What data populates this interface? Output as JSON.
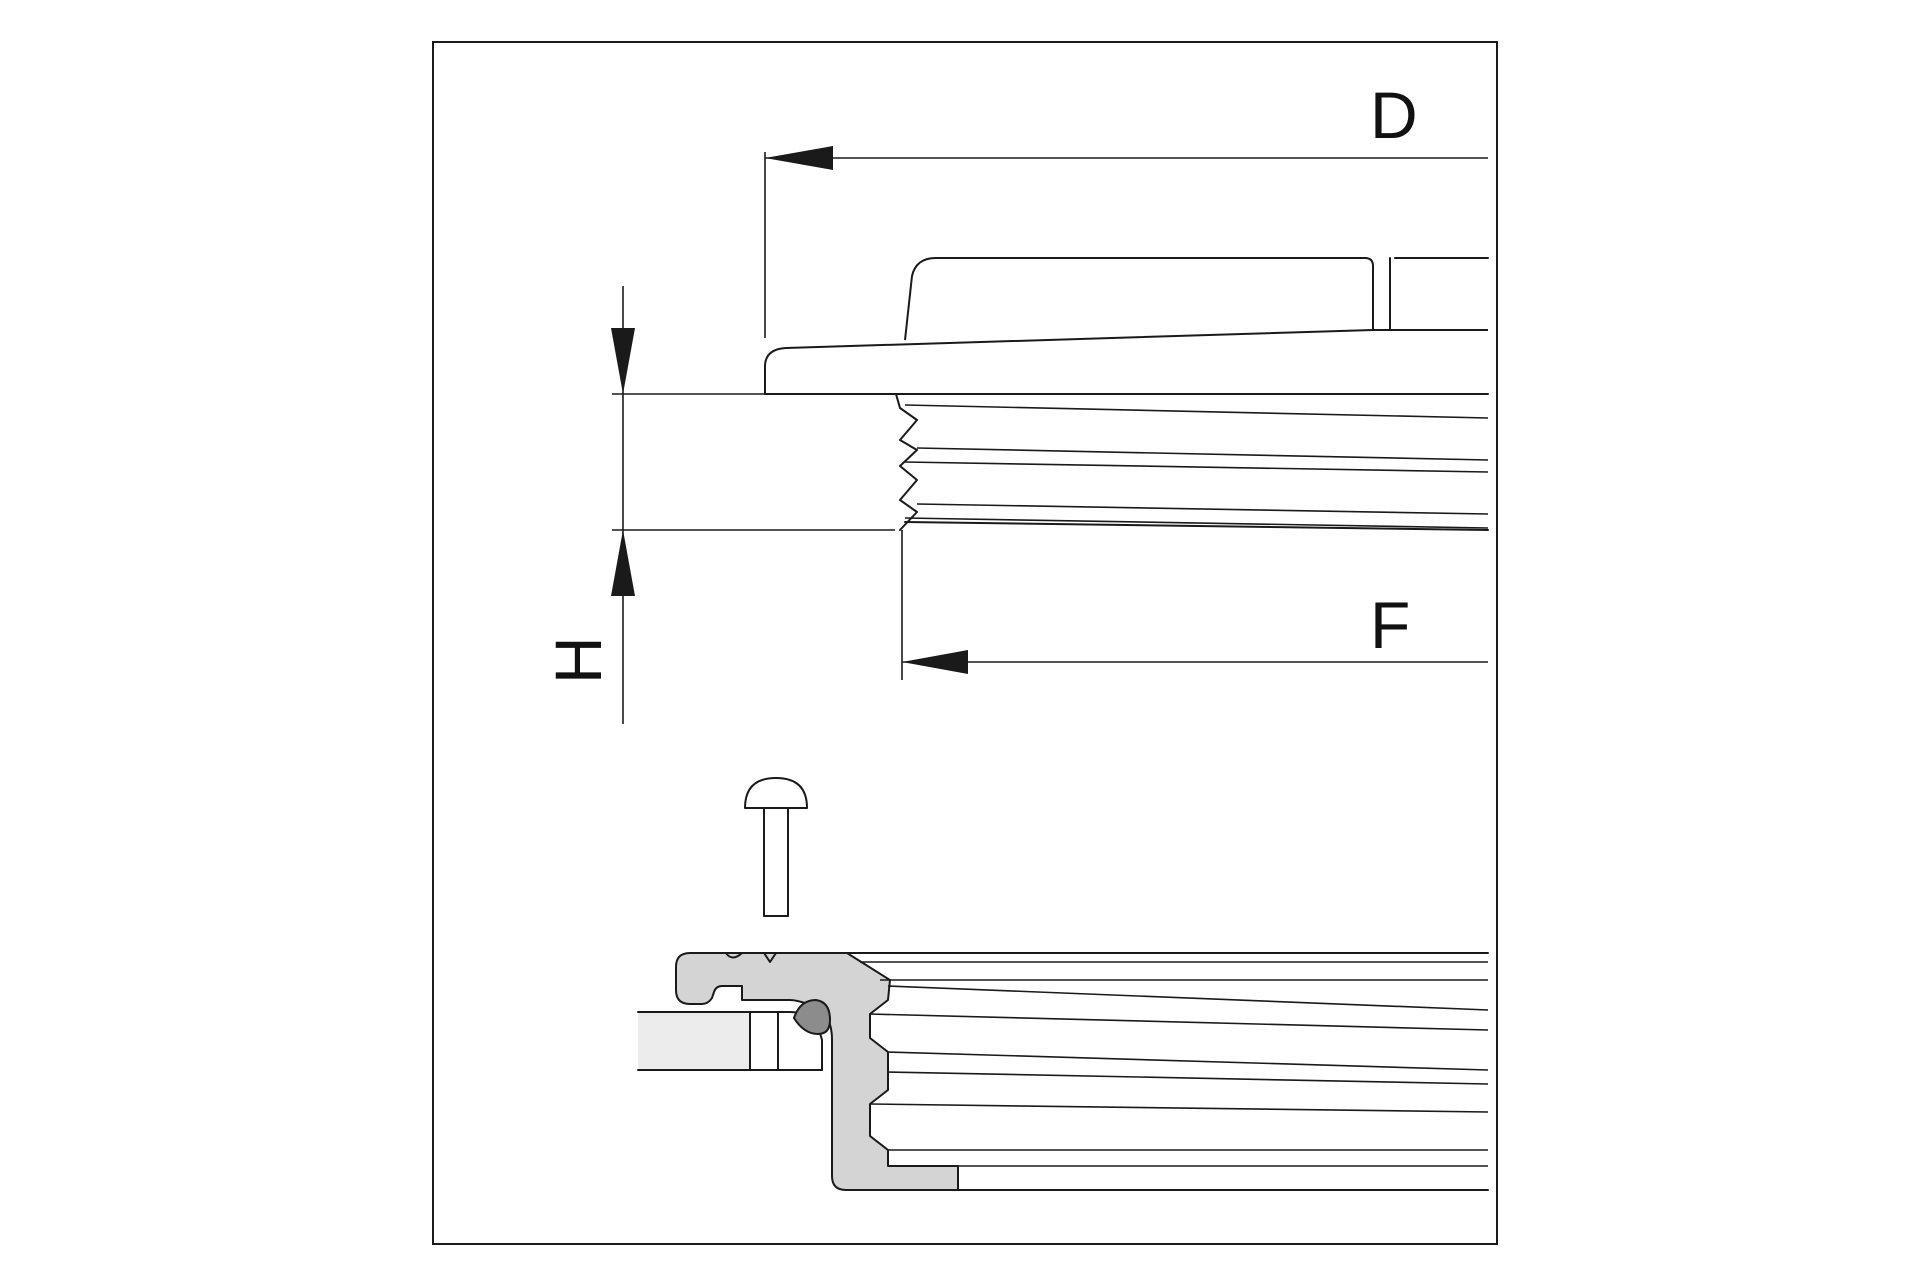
{
  "labels": {
    "outer_diameter": "D",
    "thread_diameter": "F",
    "height": "H"
  },
  "colors": {
    "stroke": "#1a1a1a",
    "frame_fill": "#d4d4d4",
    "seal_fill": "#8c8c8c",
    "panel_fill": "#ececec"
  }
}
